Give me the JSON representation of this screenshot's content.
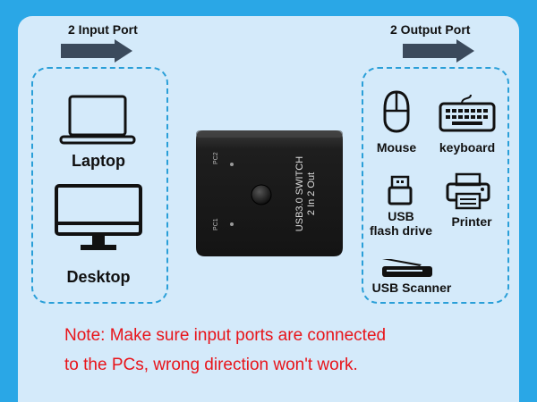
{
  "inputs": {
    "title": "2 Input Port",
    "devices": [
      {
        "label": "Laptop",
        "icon": "laptop-icon"
      },
      {
        "label": "Desktop",
        "icon": "desktop-icon"
      }
    ]
  },
  "outputs": {
    "title": "2 Output Port",
    "devices": [
      {
        "label": "Mouse",
        "icon": "mouse-icon"
      },
      {
        "label": "keyboard",
        "icon": "keyboard-icon"
      },
      {
        "label_line1": "USB",
        "label_line2": "flash drive",
        "icon": "usb-flash-drive-icon"
      },
      {
        "label": "Printer",
        "icon": "printer-icon"
      },
      {
        "label": "USB Scanner",
        "icon": "scanner-icon"
      }
    ]
  },
  "switch": {
    "name_line1": "USB3.0 SWITCH",
    "name_line2": "2 In 2 Out",
    "port1": "PC1",
    "port2": "PC2"
  },
  "note": {
    "line1": "Note: Make sure input ports are connected",
    "line2": "to the PCs, wrong direction won't work."
  },
  "colors": {
    "background": "#2aa7e6",
    "panel": "#d4eafa",
    "dashed_border": "#2a9fd8",
    "note_text": "#e8141a",
    "arrow": "#3b4a5c"
  }
}
